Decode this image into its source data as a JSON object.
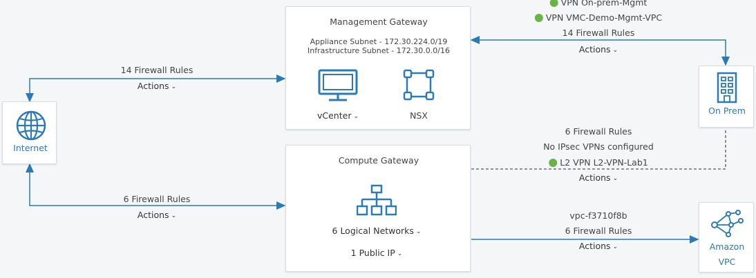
{
  "management_gateway": {
    "title": "Management Gateway",
    "appliance_subnet": "Appliance Subnet - 172.30.224.0/19",
    "infrastructure_subnet": "Infrastructure Subnet - 172.30.0.0/16",
    "vcenter_label": "vCenter",
    "nsx_label": "NSX"
  },
  "compute_gateway": {
    "title": "Compute Gateway",
    "logical_networks": "6 Logical Networks",
    "public_ip": "1 Public IP"
  },
  "internet": {
    "label": "Internet"
  },
  "on_prem": {
    "label": "On Prem"
  },
  "amazon_vpc": {
    "label_line1": "Amazon",
    "label_line2": "VPC"
  },
  "links": {
    "internet_mgmt": {
      "rules": "14 Firewall Rules",
      "actions": "Actions"
    },
    "internet_compute": {
      "rules": "6 Firewall Rules",
      "actions": "Actions"
    },
    "mgmt_onprem": {
      "vpn1": "VPN On-prem-Mgmt",
      "vpn2": "VPN VMC-Demo-Mgmt-VPC",
      "rules": "14 Firewall Rules",
      "actions": "Actions"
    },
    "compute_onprem": {
      "rules": "6 Firewall Rules",
      "ipsec": "No IPsec VPNs configured",
      "l2vpn": "L2 VPN L2-VPN-Lab1",
      "actions": "Actions"
    },
    "compute_vpc": {
      "vpc_id": "vpc-f3710f8b",
      "rules": "6 Firewall Rules",
      "actions": "Actions"
    }
  },
  "colors": {
    "accent": "#2a7ab5",
    "status_green": "#6ab344",
    "line_dark": "#555555"
  }
}
